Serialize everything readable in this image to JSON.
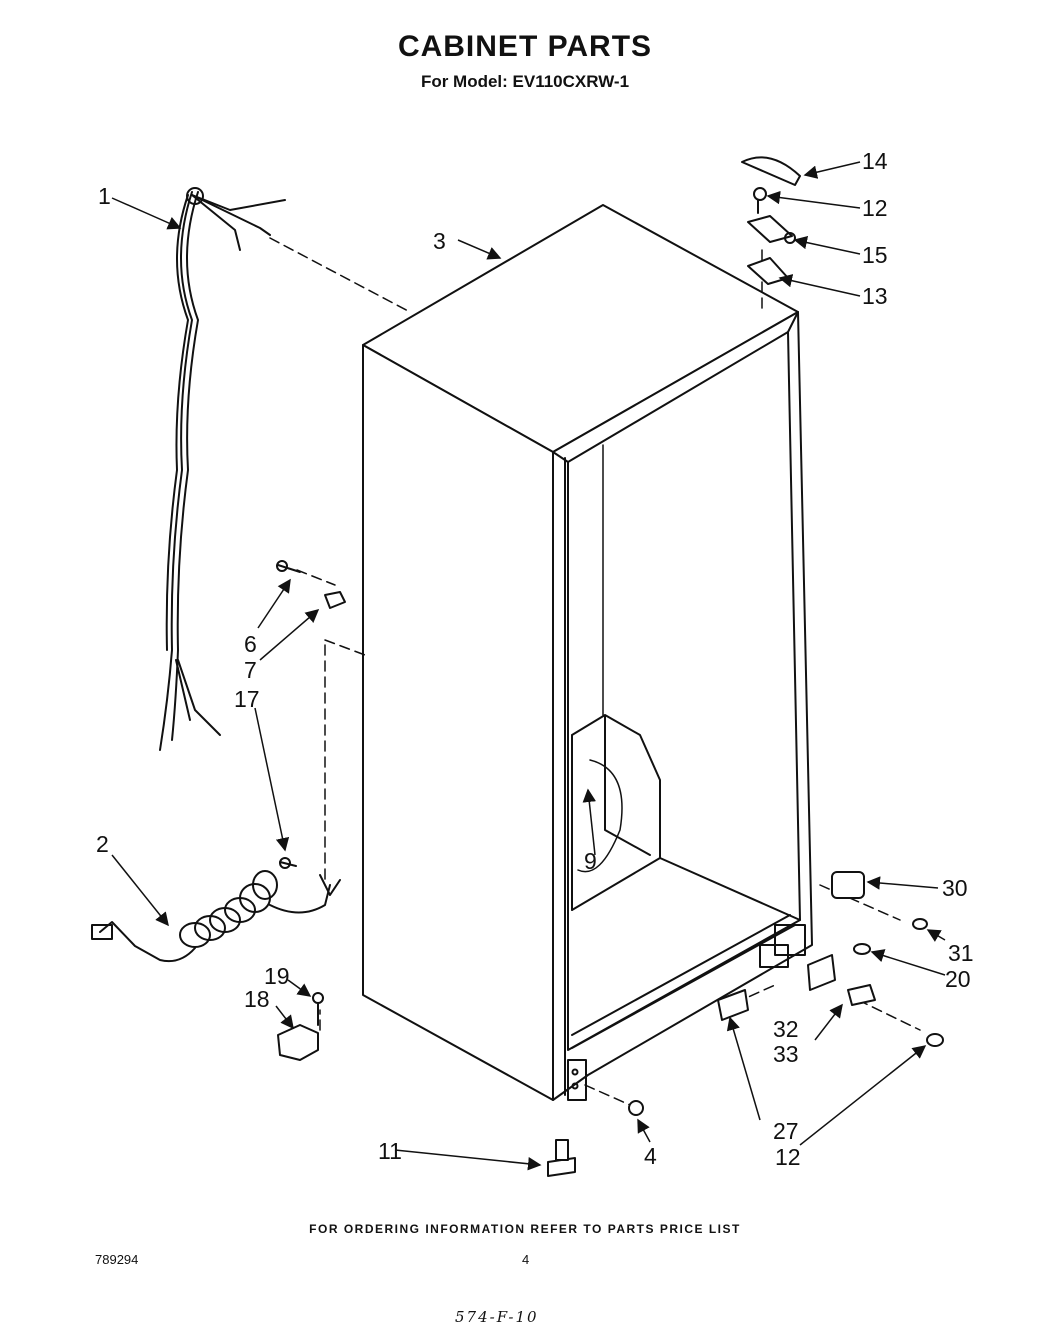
{
  "header": {
    "title": "CABINET PARTS",
    "subtitle": "For Model: EV110CXRW-1"
  },
  "footer": {
    "ordering_note": "FOR ORDERING INFORMATION REFER TO PARTS PRICE LIST",
    "document_number": "789294",
    "page_number": "4",
    "handwritten_note": "574-F-10"
  },
  "callouts": {
    "c1": "1",
    "c2": "2",
    "c3": "3",
    "c4": "4",
    "c6": "6",
    "c7": "7",
    "c9": "9",
    "c11": "11",
    "c12a": "12",
    "c12b": "12",
    "c13": "13",
    "c14": "14",
    "c15": "15",
    "c17": "17",
    "c18": "18",
    "c19": "19",
    "c20": "20",
    "c27": "27",
    "c30": "30",
    "c31": "31",
    "c32": "32",
    "c33": "33"
  }
}
